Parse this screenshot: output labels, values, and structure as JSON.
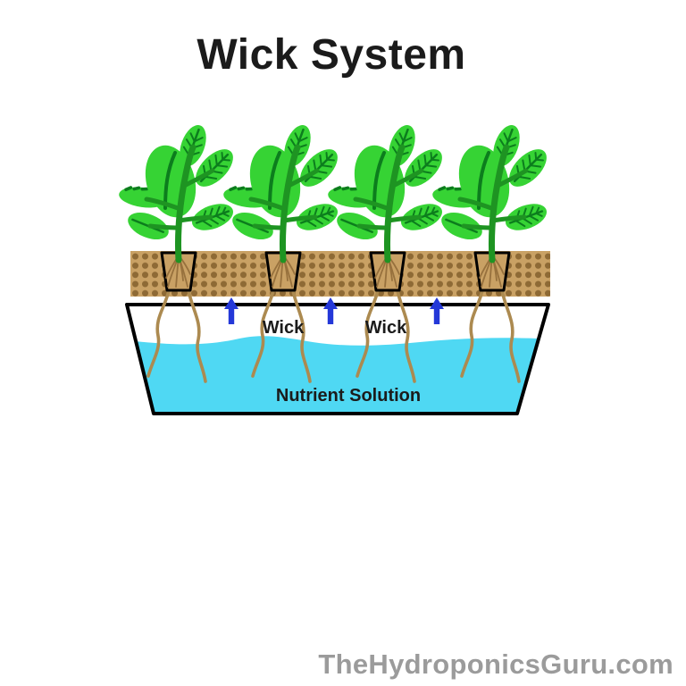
{
  "title": "Wick System",
  "watermark": "TheHydroponicsGuru.com",
  "diagram": {
    "labels": {
      "wick_left": "Wick",
      "wick_right": "Wick",
      "nutrient_solution": "Nutrient Solution"
    },
    "plant_count": 4,
    "roots_per_plant": 2,
    "wick_arrows": {
      "count": 3,
      "direction": "up"
    },
    "colors": {
      "leaf_green": "#36d334",
      "stem_green": "#1e9422",
      "vein_green": "#0c7d1d",
      "medium_tan": "#c9a164",
      "medium_dot_brown": "#8e6a35",
      "pot_root_brown": "#97713d",
      "root_tan": "#ac8a50",
      "water_cyan": "#4fd8f3",
      "arrow_blue": "#2438d8",
      "outline_black": "#000000",
      "text_black": "#1b1b1b",
      "watermark_gray": "#9b9b9b"
    }
  }
}
